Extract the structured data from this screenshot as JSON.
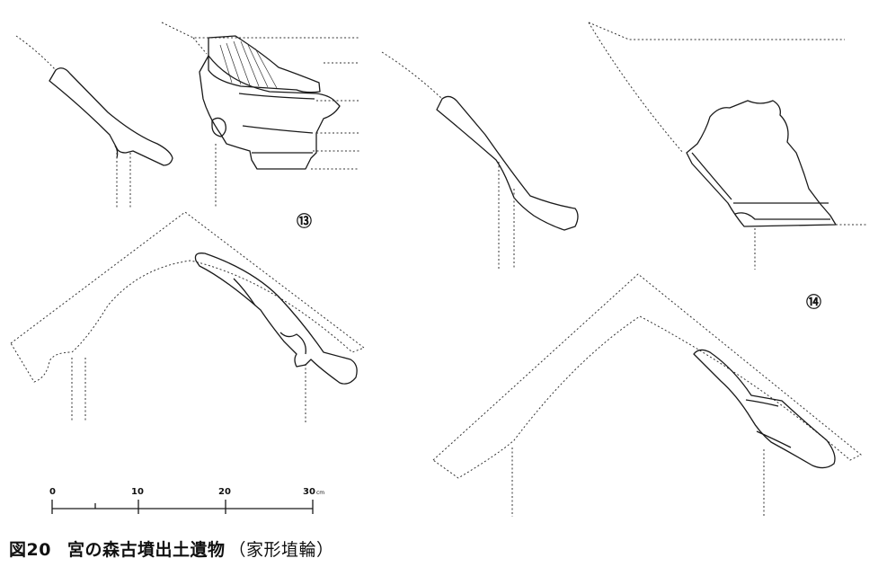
{
  "figure": {
    "specimens": [
      {
        "number": "⑬"
      },
      {
        "number": "⑭"
      }
    ],
    "scale": {
      "ticks": [
        "0",
        "10",
        "20",
        "30"
      ],
      "unit": "cm"
    }
  },
  "caption": {
    "label": "図20",
    "title": "宮の森古墳出土遺物",
    "subtitle": "（家形埴輪）"
  }
}
